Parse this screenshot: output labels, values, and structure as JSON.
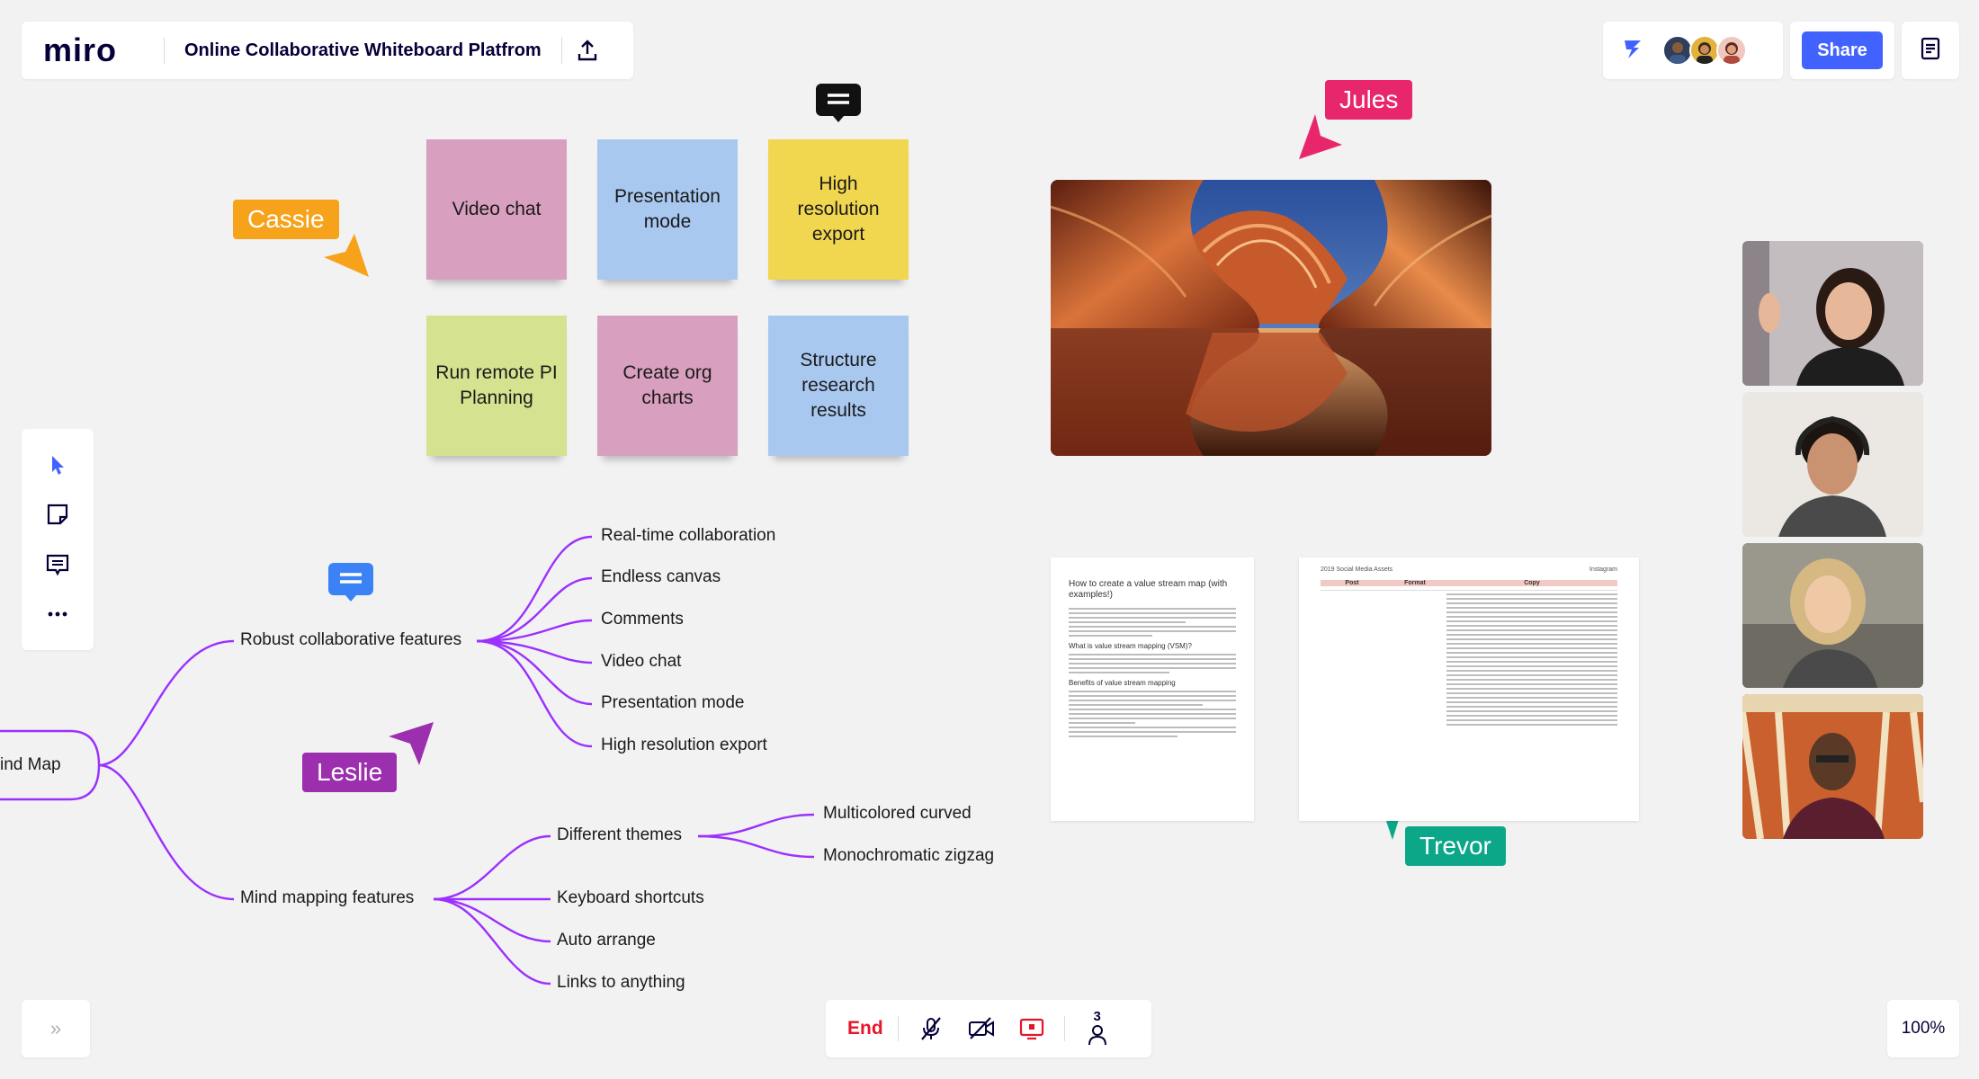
{
  "app": {
    "logo": "miro",
    "board_title": "Online Collaborative Whiteboard Platfrom",
    "share_label": "Share",
    "zoom": "100%",
    "end_label": "End",
    "participants_count": "3"
  },
  "colors": {
    "accent": "#4262ff",
    "end_red": "#e5162a",
    "cassie": "#f7a21b",
    "jules": "#e8266c",
    "leslie": "#9b2fae",
    "trevor": "#0ca789",
    "mind_map_line": "#9b30ff"
  },
  "stickies": [
    {
      "text": "Video chat",
      "color": "#d99fbe"
    },
    {
      "text": "Presentation mode",
      "color": "#a9c8f0"
    },
    {
      "text": "High resolution export",
      "color": "#f1d650"
    },
    {
      "text": "Run remote PI Planning",
      "color": "#d5e28f"
    },
    {
      "text": "Create org charts",
      "color": "#d99fbe"
    },
    {
      "text": "Structure research results",
      "color": "#a9c8f0"
    }
  ],
  "cursors": {
    "cassie": "Cassie",
    "jules": "Jules",
    "leslie": "Leslie",
    "trevor": "Trevor"
  },
  "mindmap": {
    "root": "ind Map",
    "branch1": {
      "label": "Robust collaborative features",
      "children": [
        "Real-time collaboration",
        "Endless canvas",
        "Comments",
        "Video chat",
        "Presentation mode",
        "High resolution export"
      ]
    },
    "branch2": {
      "label": "Mind mapping features",
      "children": [
        "Different themes",
        "Keyboard shortcuts",
        "Auto arrange",
        "Links to anything"
      ],
      "themes": [
        "Multicolored curved",
        "Monochromatic zigzag"
      ]
    }
  },
  "docs": {
    "doc1_title": "How to create a value stream map (with examples!)",
    "doc1_h1": "What is value stream mapping (VSM)?",
    "doc1_h2": "Benefits of value stream mapping",
    "doc2_title": "2019 Social Media Assets",
    "doc2_tag": "Instagram",
    "doc2_headers": [
      "Post",
      "Format",
      "Copy"
    ]
  },
  "icons": {
    "upload": "upload-icon",
    "collab_logo": "miro-collab-icon",
    "notes": "notes-icon",
    "select": "select-cursor-icon",
    "sticky": "sticky-note-icon",
    "comment": "comment-icon",
    "more": "more-icon",
    "mic_off": "mic-off-icon",
    "camera_off": "camera-off-icon",
    "screen_share": "screen-share-icon",
    "person": "person-icon",
    "expand": "expand-icon"
  }
}
